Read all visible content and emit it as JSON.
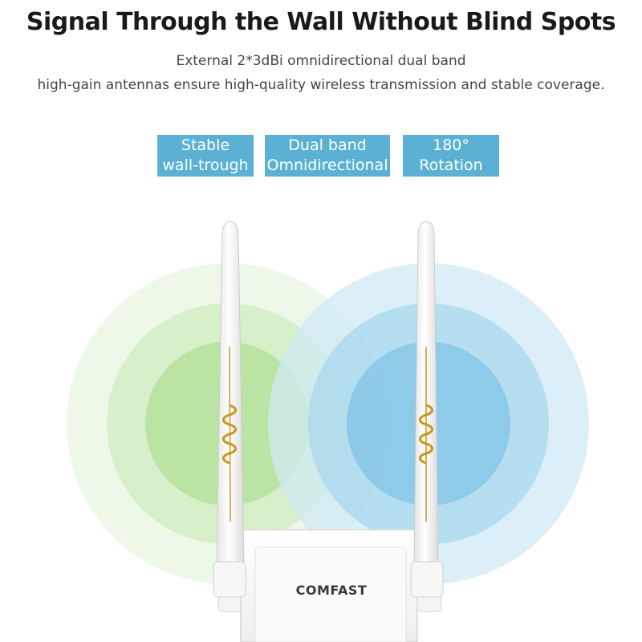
{
  "header": {
    "title": "Signal Through the Wall Without Blind Spots",
    "subtitle_line1": "External 2*3dBi omnidirectional dual band",
    "subtitle_line2": "high-gain antennas ensure high-quality wireless transmission and stable coverage."
  },
  "features": [
    {
      "line1": "Stable",
      "line2": "wall-trough"
    },
    {
      "line1": "Dual band",
      "line2": "Omnidirectional"
    },
    {
      "line1": "180°",
      "line2": "Rotation"
    }
  ],
  "device": {
    "brand": "COMFAST"
  },
  "colors": {
    "feature_bg": "#5bb1d3",
    "left_signal": "#a6dc8a",
    "right_signal": "#7fc3e4",
    "coil": "#c8961e"
  }
}
